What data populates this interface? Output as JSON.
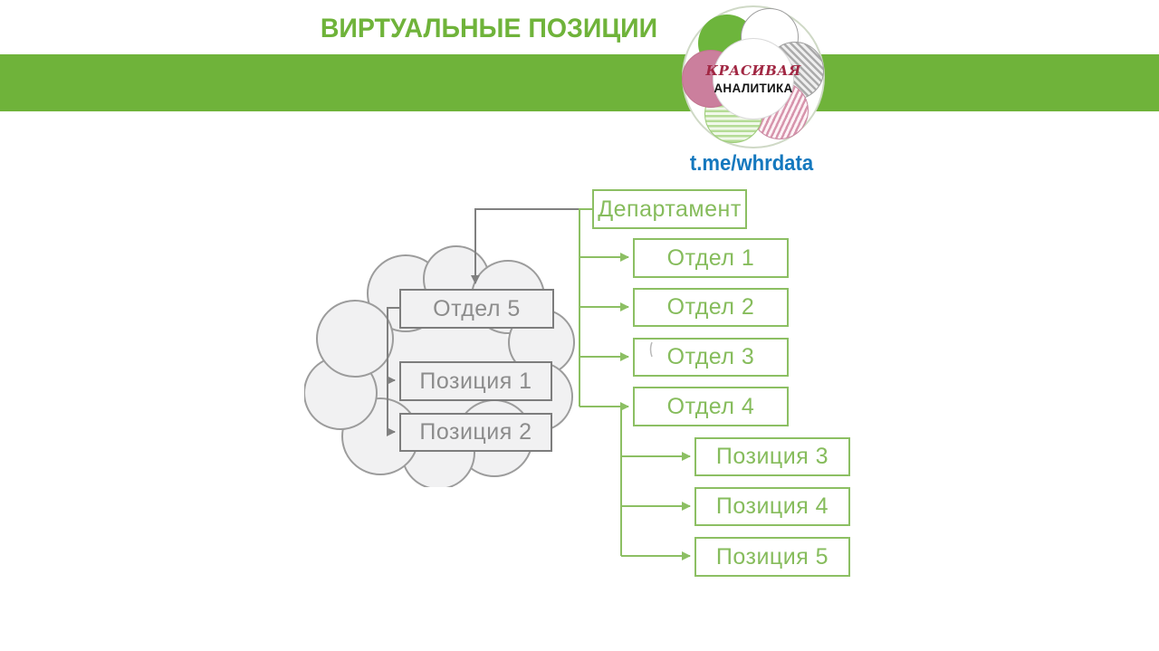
{
  "slide": {
    "title": "ВИРТУАЛЬНЫЕ ПОЗИЦИИ"
  },
  "logo": {
    "top_word": "КРАСИВАЯ",
    "bottom_word": "АНАЛИТИКА",
    "link": "t.me/whrdata"
  },
  "org_chart": {
    "root_label": "Департамент",
    "branches": [
      "Отдел 1",
      "Отдел 2",
      "Отдел 3",
      "Отдел 4"
    ],
    "dept4_positions": [
      "Позиция 3",
      "Позиция 4",
      "Позиция 5"
    ],
    "cloud": {
      "dept_label": "Отдел 5",
      "positions": [
        "Позиция 1",
        "Позиция 2"
      ]
    }
  },
  "colors": {
    "brand_green": "#6FB33A",
    "box_border_green": "#8CBF63",
    "connector_gray": "#808080",
    "cloud_fill": "#F1F1F2",
    "cloud_stroke": "#9C9C9C",
    "link_blue": "#1478BE",
    "logo_red": "#A12743"
  }
}
